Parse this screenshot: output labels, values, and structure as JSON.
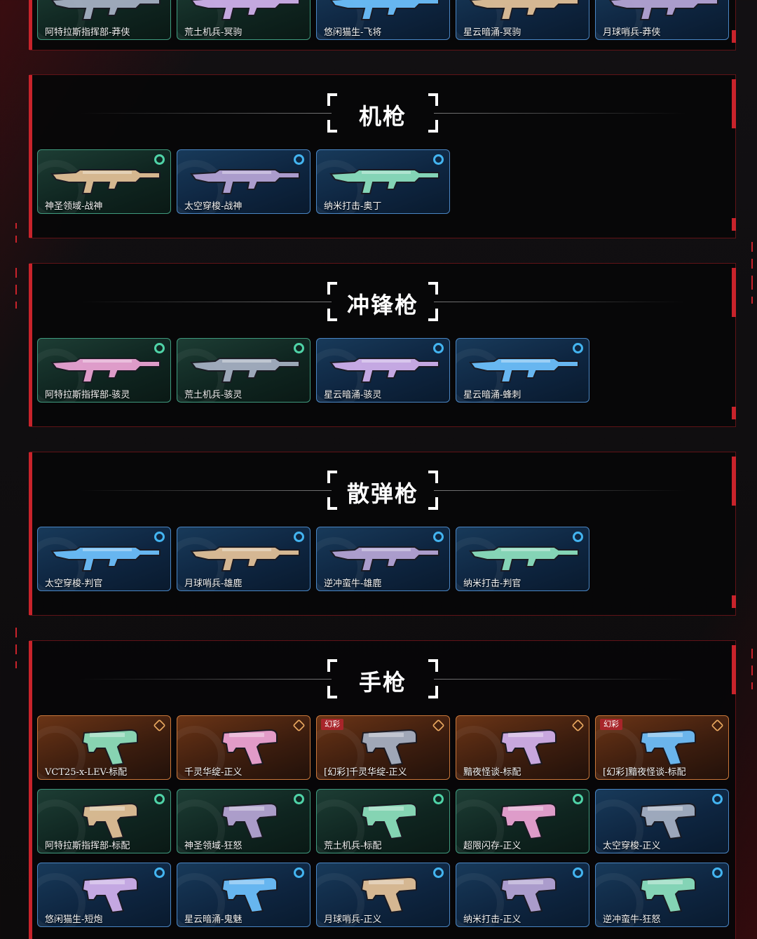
{
  "sections": [
    {
      "title": "",
      "items": [
        {
          "name": "阿特拉斯指挥部-莽侠",
          "tier": "green"
        },
        {
          "name": "荒土机兵-冥驹",
          "tier": "green"
        },
        {
          "name": "悠闲猫生-飞将",
          "tier": "blue"
        },
        {
          "name": "星云暗涌-冥驹",
          "tier": "blue"
        },
        {
          "name": "月球哨兵-莽侠",
          "tier": "blue"
        }
      ]
    },
    {
      "title": "机枪",
      "items": [
        {
          "name": "神圣领域-战神",
          "tier": "green"
        },
        {
          "name": "太空穿梭-战神",
          "tier": "blue"
        },
        {
          "name": "纳米打击-奥丁",
          "tier": "blue"
        }
      ]
    },
    {
      "title": "冲锋枪",
      "items": [
        {
          "name": "阿特拉斯指挥部-骇灵",
          "tier": "green"
        },
        {
          "name": "荒土机兵-骇灵",
          "tier": "green"
        },
        {
          "name": "星云暗涌-骇灵",
          "tier": "blue"
        },
        {
          "name": "星云暗涌-蜂刺",
          "tier": "blue"
        }
      ]
    },
    {
      "title": "散弹枪",
      "items": [
        {
          "name": "太空穿梭-判官",
          "tier": "blue"
        },
        {
          "name": "月球哨兵-雄鹿",
          "tier": "blue"
        },
        {
          "name": "逆冲蛮牛-雄鹿",
          "tier": "blue"
        },
        {
          "name": "纳米打击-判官",
          "tier": "blue"
        }
      ]
    },
    {
      "title": "手枪",
      "items": [
        {
          "name": "VCT25-x-LEV-标配",
          "tier": "orange"
        },
        {
          "name": "千灵华绽-正义",
          "tier": "orange"
        },
        {
          "name": "[幻彩]千灵华绽-正义",
          "tier": "orange",
          "badge": "幻彩"
        },
        {
          "name": "黯夜怪谈-标配",
          "tier": "orange"
        },
        {
          "name": "[幻彩]黯夜怪谈-标配",
          "tier": "orange",
          "badge": "幻彩"
        },
        {
          "name": "阿特拉斯指挥部-标配",
          "tier": "green"
        },
        {
          "name": "神圣领域-狂怒",
          "tier": "green"
        },
        {
          "name": "荒土机兵-标配",
          "tier": "green"
        },
        {
          "name": "超限闪存-正义",
          "tier": "green"
        },
        {
          "name": "太空穿梭-正义",
          "tier": "blue"
        },
        {
          "name": "悠闲猫生-短炮",
          "tier": "blue"
        },
        {
          "name": "星云暗涌-鬼魅",
          "tier": "blue"
        },
        {
          "name": "月球哨兵-正义",
          "tier": "blue"
        },
        {
          "name": "纳米打击-正义",
          "tier": "blue"
        },
        {
          "name": "逆冲蛮牛-狂怒",
          "tier": "blue"
        }
      ]
    }
  ],
  "colors": {
    "accent_red": "#c8232b",
    "tier_green": "#3f9a7e",
    "tier_blue": "#4a86c4",
    "tier_orange": "#c9773a"
  }
}
